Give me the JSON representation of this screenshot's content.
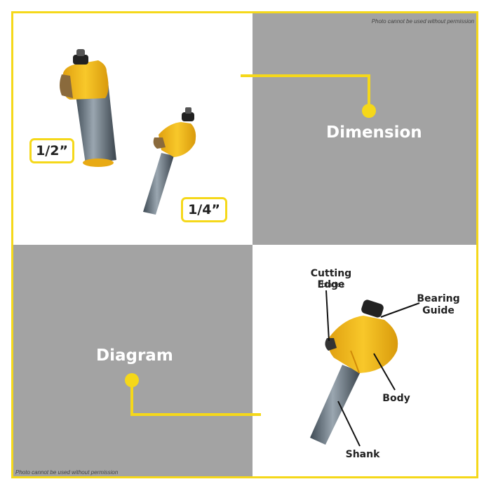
{
  "watermark": "Photo cannot be used without permission",
  "dimension": {
    "title": "Dimension",
    "size_large": "1/2”",
    "size_small": "1/4”"
  },
  "diagram": {
    "title": "Diagram",
    "parts": {
      "cutting_edge": "Cutting Edge",
      "cutting_edge_sub": "(blade)",
      "bearing_line1": "Bearing",
      "bearing_line2": "Guide",
      "body": "Body",
      "shank": "Shank"
    }
  },
  "colors": {
    "accent": "#f5d81a",
    "gray": "#a3a3a3",
    "bit_yellow": "#f2b316",
    "shank": "#6e7a84"
  }
}
